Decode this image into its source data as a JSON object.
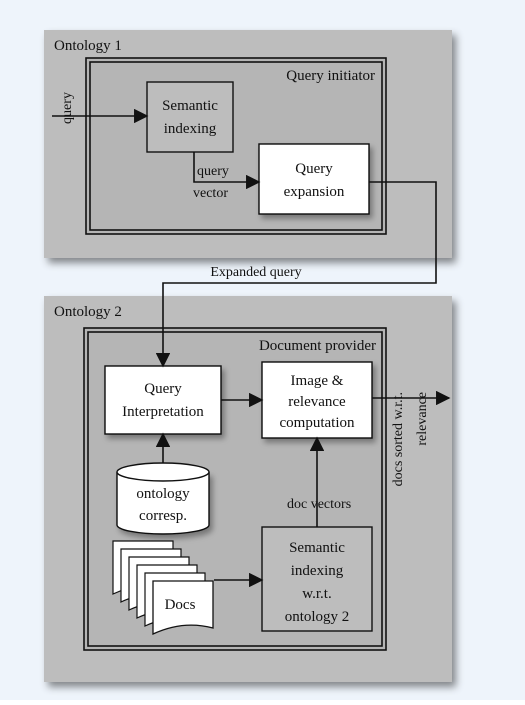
{
  "ontology1": {
    "title": "Ontology 1",
    "query_initiator": {
      "label": "Query initiator",
      "semantic_indexing": [
        "Semantic",
        "indexing"
      ],
      "query_expansion": [
        "Query",
        "expansion"
      ],
      "query_vector_label": [
        "query",
        "vector"
      ]
    },
    "input_label": "query"
  },
  "expanded_query_label": "Expanded query",
  "ontology2": {
    "title": "Ontology 2",
    "document_provider": {
      "label": "Document provider",
      "query_interpretation": [
        "Query",
        "Interpretation"
      ],
      "relevance_computation": [
        "Image &",
        "relevance",
        "computation"
      ],
      "ontology_correspondence": [
        "ontology",
        "corresp."
      ],
      "semantic_indexing_o2": [
        "Semantic",
        "indexing",
        "w.r.t.",
        "ontology 2"
      ],
      "doc_vectors_label": "doc vectors",
      "docs_label": "Docs"
    },
    "output_label": [
      "docs sorted w.r.t.",
      "relevance"
    ]
  },
  "colors": {
    "panel_fill": "#bdbdbd",
    "box_fill": "#ffffff",
    "background": "#eef4fb",
    "stroke": "#111111"
  }
}
